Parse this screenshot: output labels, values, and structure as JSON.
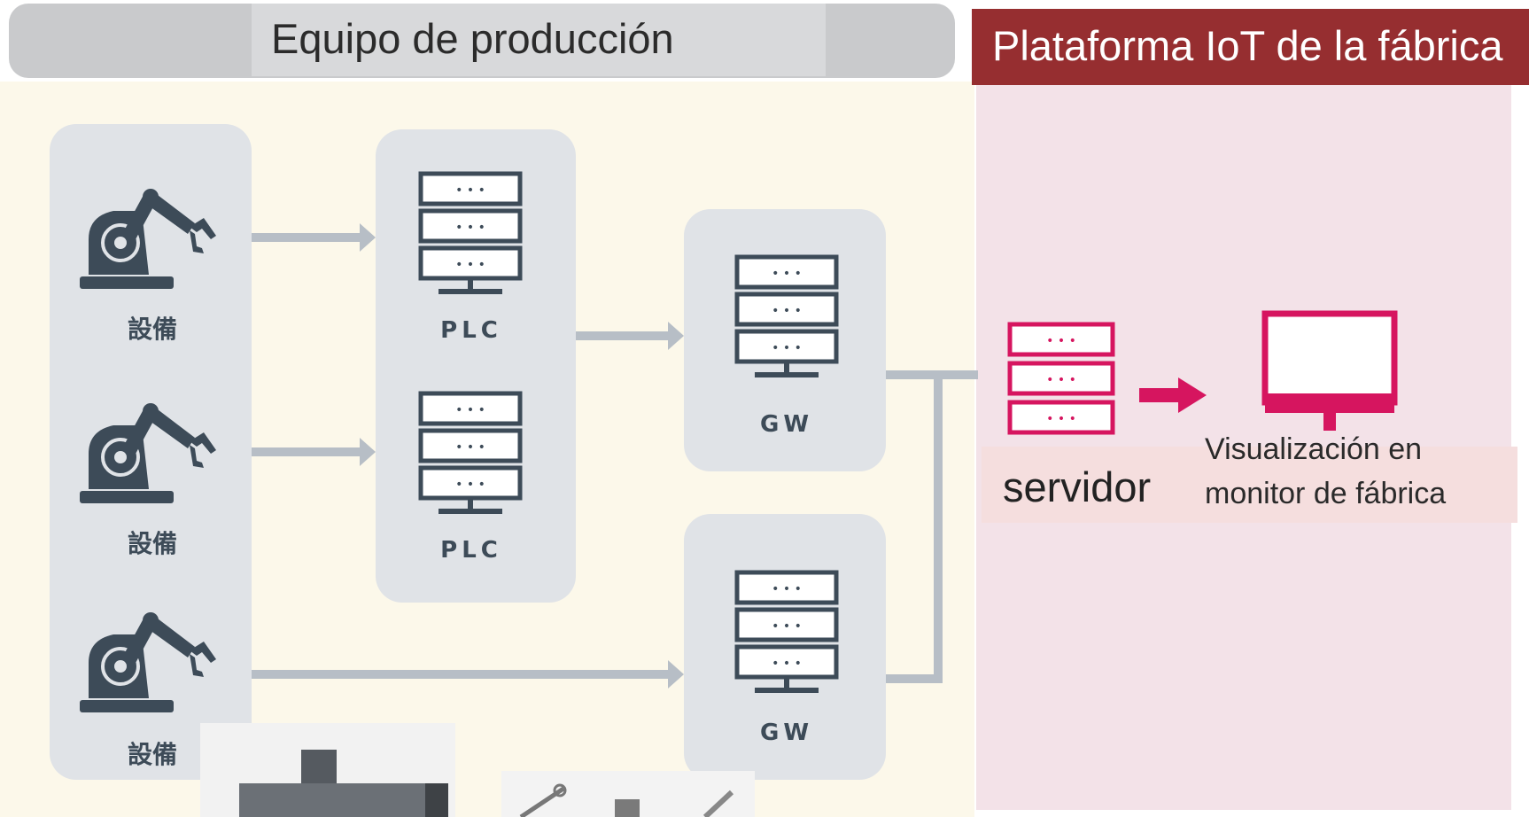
{
  "header_left": {
    "title": "Equipo de producción"
  },
  "header_right": {
    "title": "Plataforma IoT de la fábrica"
  },
  "equipment": [
    {
      "label": "設備"
    },
    {
      "label": "設備"
    },
    {
      "label": "設備"
    }
  ],
  "plc": [
    {
      "label": "PLC"
    },
    {
      "label": "PLC"
    }
  ],
  "gateways": [
    {
      "label": "GW"
    },
    {
      "label": "GW"
    }
  ],
  "server": {
    "label": "servidor"
  },
  "monitor": {
    "label_line1": "Visualización en",
    "label_line2": "monitor de fábrica"
  },
  "colors": {
    "slate": "#3d4b58",
    "arrow_gray": "#b7bec6",
    "magenta": "#d6155f",
    "header_red": "#962e30",
    "pink_panel": "#f3e2e8"
  }
}
